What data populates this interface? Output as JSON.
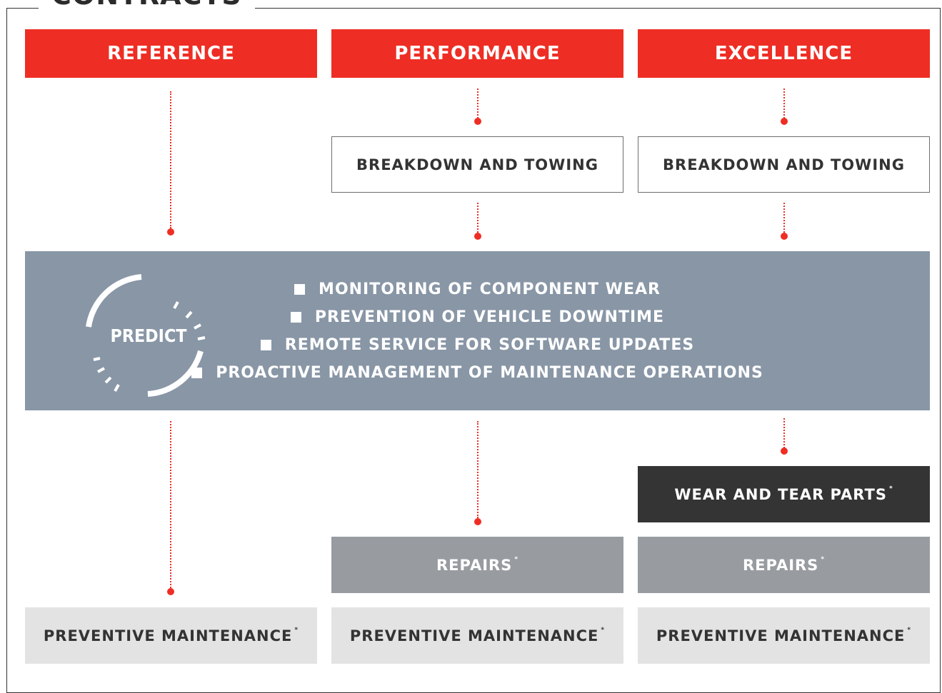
{
  "frame": {
    "title": "CONTRACTS"
  },
  "columns": [
    {
      "header": "REFERENCE"
    },
    {
      "header": "PERFORMANCE",
      "breakdown": "BREAKDOWN AND TOWING"
    },
    {
      "header": "EXCELLENCE",
      "breakdown": "BREAKDOWN AND TOWING"
    }
  ],
  "predict": {
    "label": "PREDICT",
    "bullets": [
      "MONITORING OF COMPONENT WEAR",
      "PREVENTION OF VEHICLE DOWNTIME",
      "REMOTE SERVICE FOR SOFTWARE UPDATES",
      "PROACTIVE MANAGEMENT OF MAINTENANCE OPERATIONS"
    ]
  },
  "services": {
    "wear_and_tear": "WEAR AND TEAR PARTS",
    "repairs": "REPAIRS",
    "preventive": "PREVENTIVE MAINTENANCE",
    "asterisk": "*"
  },
  "colors": {
    "accent_red": "#ee2e24",
    "band_blue_grey": "#8896a6",
    "dark_box": "#343434",
    "grey_box": "#989b9f",
    "light_box": "#e3e3e3"
  }
}
